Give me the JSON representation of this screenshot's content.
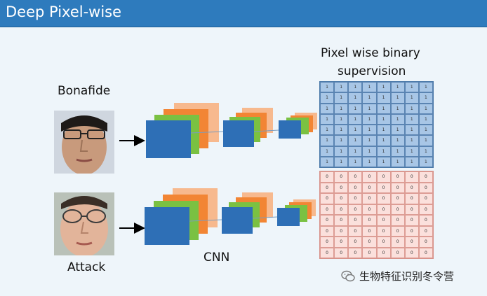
{
  "title": "Deep Pixel-wise",
  "labels": {
    "bonafide": "Bonafide",
    "attack": "Attack",
    "cnn": "CNN",
    "supervision_line1": "Pixel wise binary",
    "supervision_line2": "supervision"
  },
  "grids": {
    "bonafide_value": "1",
    "attack_value": "0",
    "rows": 8,
    "cols": 8
  },
  "watermark": {
    "text": "生物特征识别冬令营",
    "icon": "wechat-icon"
  },
  "colors": {
    "title_bar": "#2e7bbd",
    "layer_blue": "#2e6fb6",
    "layer_green": "#7ac142",
    "layer_orange": "#f28534",
    "layer_peach": "#f7b98e",
    "grid_blue": "#a8c6e6",
    "grid_red": "#fbe0dc"
  }
}
